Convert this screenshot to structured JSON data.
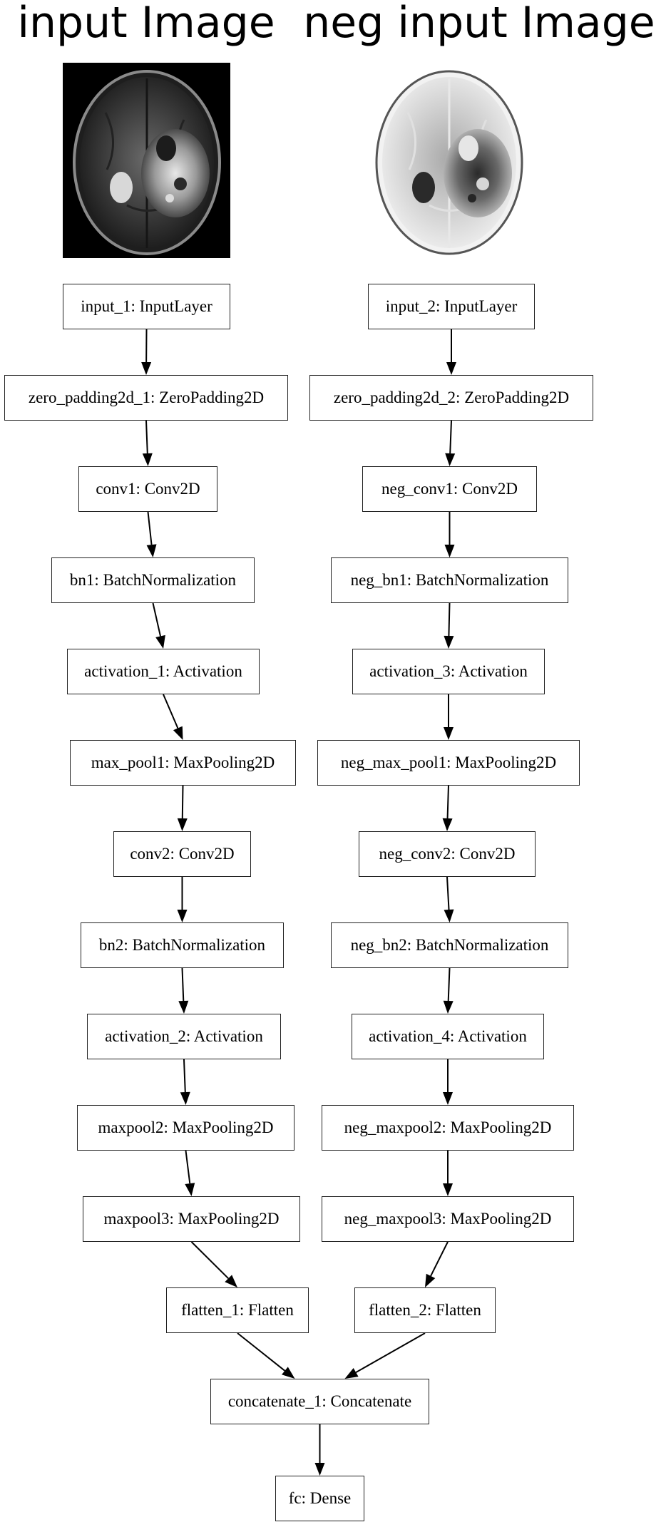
{
  "titles": {
    "left": "input Image",
    "right": "neg input Image"
  },
  "images": {
    "left": "brain MRI axial scan",
    "right": "inverted brain MRI axial scan"
  },
  "nodes": {
    "input_1": "input_1: InputLayer",
    "zero_padding2d_1": "zero_padding2d_1: ZeroPadding2D",
    "conv1": "conv1: Conv2D",
    "bn1": "bn1: BatchNormalization",
    "activation_1": "activation_1: Activation",
    "max_pool1": "max_pool1: MaxPooling2D",
    "conv2": "conv2: Conv2D",
    "bn2": "bn2: BatchNormalization",
    "activation_2": "activation_2: Activation",
    "maxpool2": "maxpool2: MaxPooling2D",
    "maxpool3": "maxpool3: MaxPooling2D",
    "flatten_1": "flatten_1: Flatten",
    "input_2": "input_2: InputLayer",
    "zero_padding2d_2": "zero_padding2d_2: ZeroPadding2D",
    "neg_conv1": "neg_conv1: Conv2D",
    "neg_bn1": "neg_bn1: BatchNormalization",
    "activation_3": "activation_3: Activation",
    "neg_max_pool1": "neg_max_pool1: MaxPooling2D",
    "neg_conv2": "neg_conv2: Conv2D",
    "neg_bn2": "neg_bn2: BatchNormalization",
    "activation_4": "activation_4: Activation",
    "neg_maxpool2": "neg_maxpool2: MaxPooling2D",
    "neg_maxpool3": "neg_maxpool3: MaxPooling2D",
    "flatten_2": "flatten_2: Flatten",
    "concatenate_1": "concatenate_1: Concatenate",
    "fc": "fc: Dense"
  },
  "edges": [
    [
      "input_1",
      "zero_padding2d_1"
    ],
    [
      "zero_padding2d_1",
      "conv1"
    ],
    [
      "conv1",
      "bn1"
    ],
    [
      "bn1",
      "activation_1"
    ],
    [
      "activation_1",
      "max_pool1"
    ],
    [
      "max_pool1",
      "conv2"
    ],
    [
      "conv2",
      "bn2"
    ],
    [
      "bn2",
      "activation_2"
    ],
    [
      "activation_2",
      "maxpool2"
    ],
    [
      "maxpool2",
      "maxpool3"
    ],
    [
      "maxpool3",
      "flatten_1"
    ],
    [
      "input_2",
      "zero_padding2d_2"
    ],
    [
      "zero_padding2d_2",
      "neg_conv1"
    ],
    [
      "neg_conv1",
      "neg_bn1"
    ],
    [
      "neg_bn1",
      "activation_3"
    ],
    [
      "activation_3",
      "neg_max_pool1"
    ],
    [
      "neg_max_pool1",
      "neg_conv2"
    ],
    [
      "neg_conv2",
      "neg_bn2"
    ],
    [
      "neg_bn2",
      "activation_4"
    ],
    [
      "activation_4",
      "neg_maxpool2"
    ],
    [
      "neg_maxpool2",
      "neg_maxpool3"
    ],
    [
      "neg_maxpool3",
      "flatten_2"
    ],
    [
      "flatten_1",
      "concatenate_1"
    ],
    [
      "flatten_2",
      "concatenate_1"
    ],
    [
      "concatenate_1",
      "fc"
    ]
  ]
}
